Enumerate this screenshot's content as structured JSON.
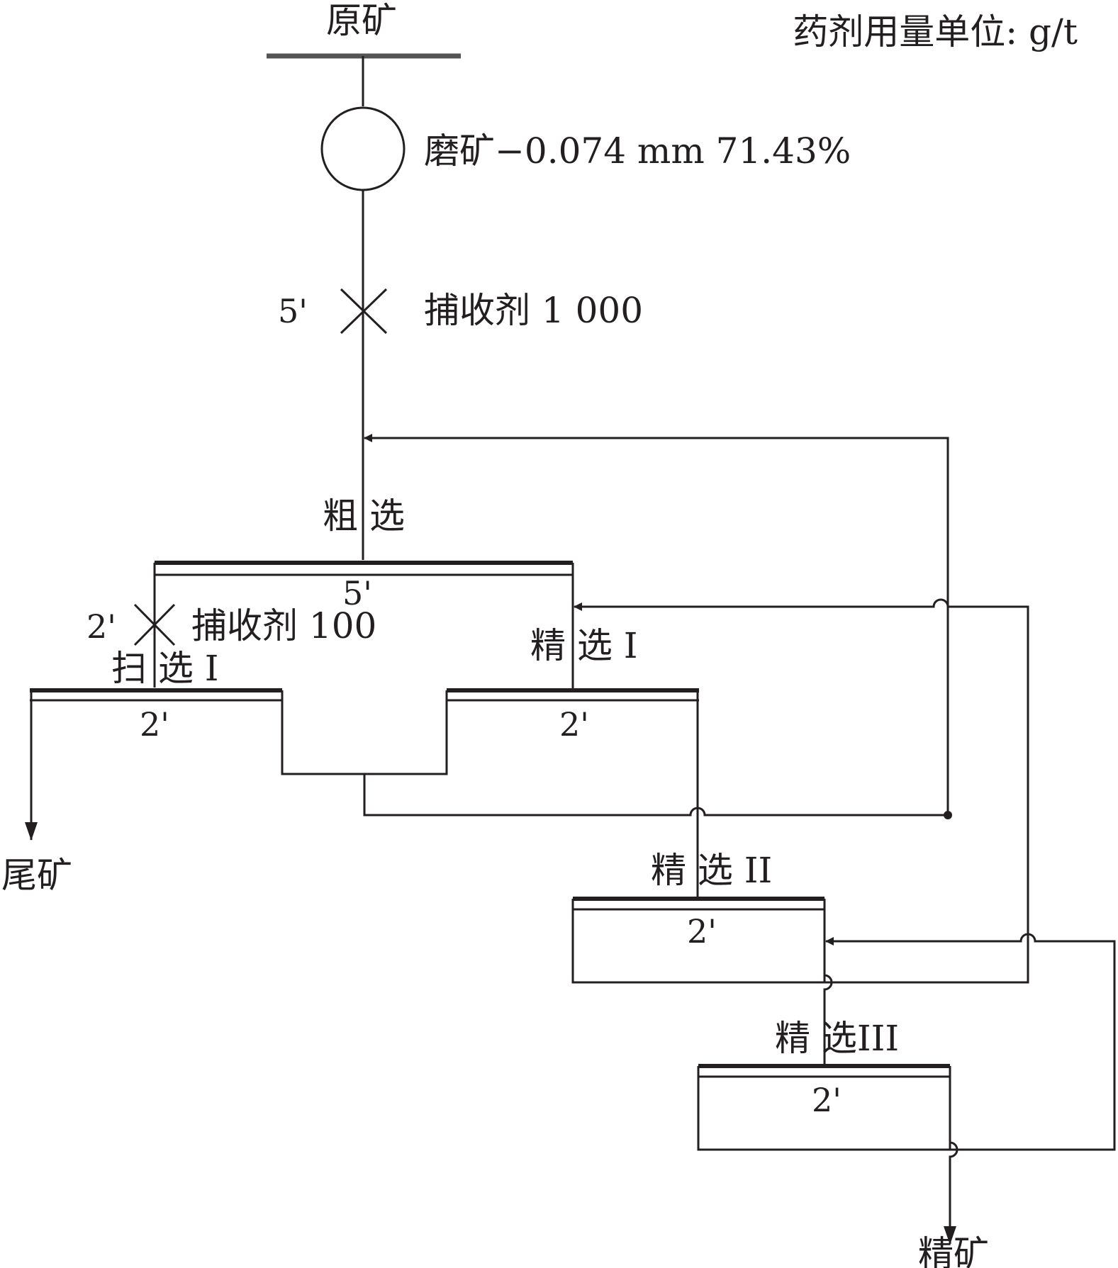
{
  "unit_note": "药剂用量单位: g/t",
  "feed": {
    "label": "原矿"
  },
  "grinding": {
    "label": "磨矿−0.074 mm 71.43%"
  },
  "reagent_rougher": {
    "time": "5'",
    "label": "捕收剂 1 000"
  },
  "rougher": {
    "label": "粗 选",
    "time": "5'"
  },
  "reagent_scavenger": {
    "time": "2'",
    "label": "捕收剂 100"
  },
  "scavenger_1": {
    "label": "扫  选 I",
    "time": "2'"
  },
  "cleaner_1": {
    "label": "精  选 I",
    "time": "2'"
  },
  "cleaner_2": {
    "label": "精  选 II",
    "time": "2'"
  },
  "cleaner_3": {
    "label": "精  选III",
    "time": "2'"
  },
  "tailings": {
    "label": "尾矿"
  },
  "concentrate": {
    "label": "精矿"
  },
  "colors": {
    "line": "#231f20",
    "feed_bar": "#555555",
    "background": "#ffffff"
  }
}
